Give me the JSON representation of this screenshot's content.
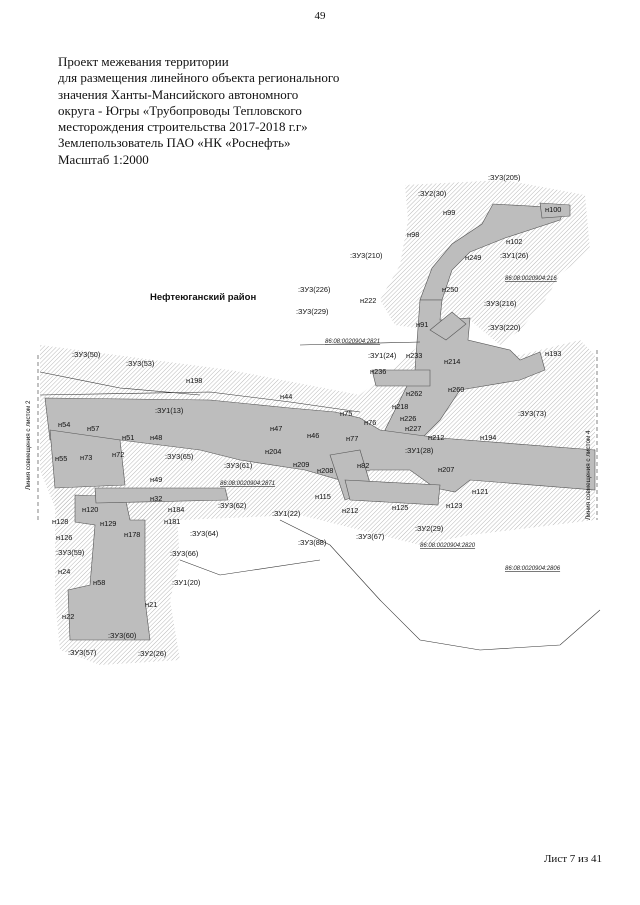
{
  "page_number": "49",
  "header": {
    "lines": [
      "Проект межевания территории",
      "для размещения линейного объекта регионального",
      "значения Ханты-Мансийского автономного",
      "округа - Югры «Трубопроводы Тепловского",
      "месторождения строительства 2017-2018 г.г»",
      "Землепользователь ПАО «НК «Роснефть»",
      "Масштаб 1:2000"
    ]
  },
  "map": {
    "district": "Нефтеюганский район",
    "sheet_left": "Линия совмещения с листом 2",
    "sheet_right": "Линия совмещения с листом 4",
    "cadastral": [
      "86:08:0020904:216",
      "86:08:0020904:2821",
      "86:08:0020904:2871",
      "86:08:0020904:2820",
      "86:08:0020904:2806"
    ],
    "zones": [
      ":ЗУ2(30)",
      ":ЗУ3(205)",
      ":ЗУ3(210)",
      ":ЗУ1(26)",
      ":ЗУ3(226)",
      ":ЗУ3(229)",
      ":ЗУ3(216)",
      ":ЗУ3(220)",
      ":ЗУ1(24)",
      ":ЗУ3(50)",
      ":ЗУ3(53)",
      ":ЗУ1(13)",
      ":ЗУ3(73)",
      ":ЗУ1(28)",
      ":ЗУ3(65)",
      ":ЗУ3(61)",
      ":ЗУ3(62)",
      ":ЗУ1(22)",
      ":ЗУ3(64)",
      ":ЗУ3(88)",
      ":ЗУ3(67)",
      ":ЗУ2(29)",
      ":ЗУ3(59)",
      ":ЗУ3(66)",
      ":ЗУ1(20)",
      ":ЗУ3(60)",
      ":ЗУ3(57)",
      ":ЗУ2(26)"
    ],
    "points": [
      "н99",
      "н100",
      "н102",
      "н98",
      "н249",
      "н250",
      "н222",
      "н91",
      "н233",
      "н214",
      "н193",
      "н236",
      "н262",
      "н260",
      "н218",
      "н226",
      "н227",
      "н212",
      "н194",
      "н198",
      "н44",
      "н75",
      "н76",
      "н47",
      "н46",
      "н77",
      "н204",
      "н209",
      "н208",
      "н82",
      "н207",
      "н121",
      "н115",
      "н212",
      "н125",
      "н123",
      "н54",
      "н57",
      "н51",
      "н48",
      "н55",
      "н72",
      "н73",
      "н49",
      "н32",
      "н120",
      "н184",
      "н181",
      "н128",
      "н129",
      "н178",
      "н126",
      "н24",
      "н58",
      "н21",
      "н22"
    ]
  },
  "footer": "Лист 7 из 41"
}
